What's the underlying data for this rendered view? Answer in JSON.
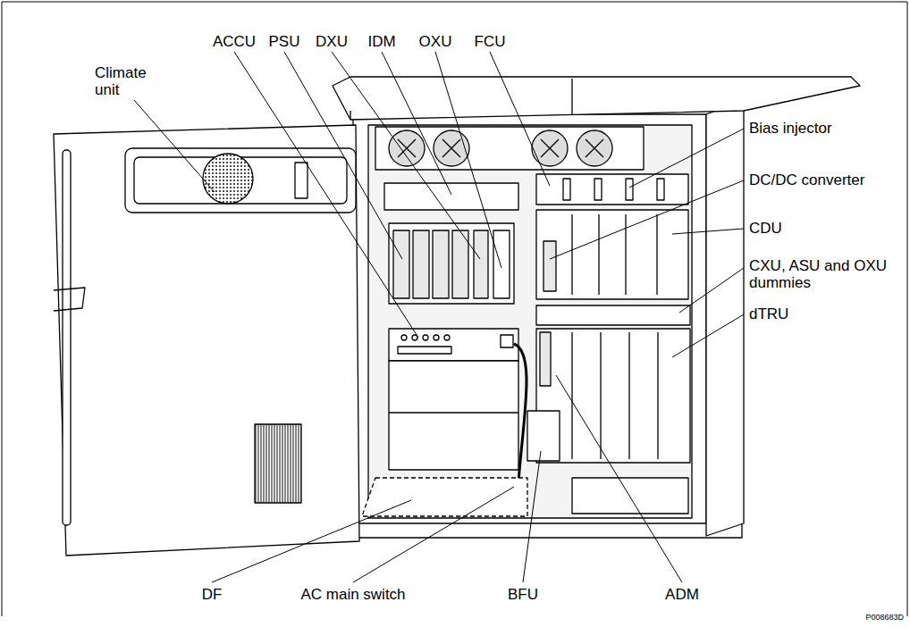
{
  "diagram": {
    "labels": [
      "Climate unit",
      "ACCU",
      "PSU",
      "DXU",
      "IDM",
      "OXU",
      "FCU",
      "Bias injector",
      "DC/DC converter",
      "CDU",
      "CXU, ASU and OXU dummies",
      "dTRU",
      "DF",
      "AC main switch",
      "BFU",
      "ADM",
      "P008683D"
    ]
  }
}
